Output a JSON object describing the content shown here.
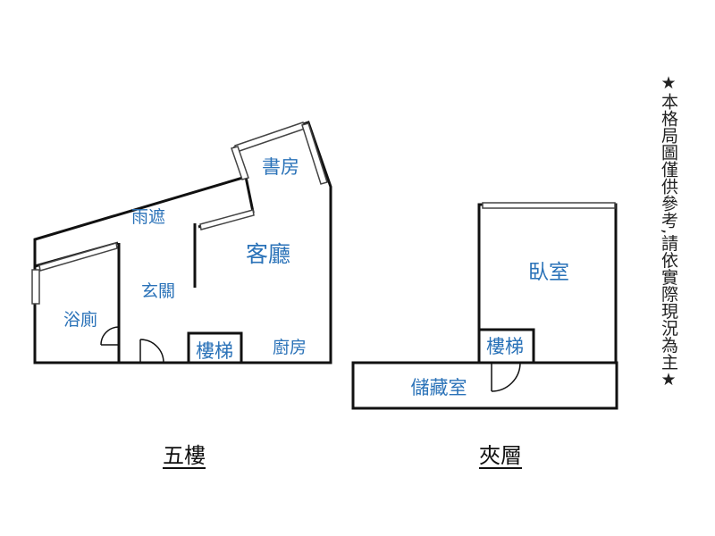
{
  "floor_plans": [
    {
      "caption": "五樓",
      "rooms": {
        "study": "書房",
        "canopy": "雨遮",
        "living_room": "客廳",
        "entrance": "玄關",
        "bathroom": "浴廁",
        "stairs": "樓梯",
        "kitchen": "廚房"
      }
    },
    {
      "caption": "夾層",
      "rooms": {
        "bedroom": "臥室",
        "stairs": "樓梯",
        "storage": "儲藏室"
      }
    }
  ],
  "disclaimer": "★本格局圖僅供參考,請依實際現況為主★",
  "colors": {
    "wall": "#111111",
    "label": "#2a72b8",
    "window": "#555555"
  }
}
